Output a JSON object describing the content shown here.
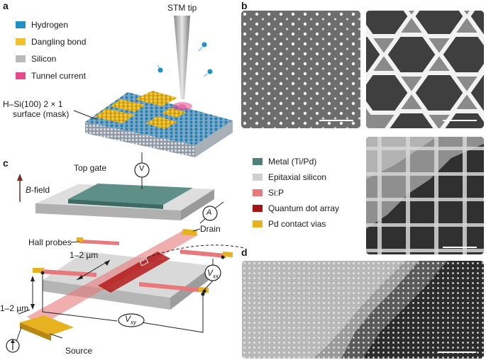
{
  "panels": {
    "a": "a",
    "b": "b",
    "c": "c",
    "d": "d"
  },
  "panel_a": {
    "stm_tip_label": "STM tip",
    "legend": [
      {
        "label": "Hydrogen",
        "color": "#1f8fc8"
      },
      {
        "label": "Dangling bond",
        "color": "#f2c12e"
      },
      {
        "label": "Silicon",
        "color": "#b9b9b9"
      },
      {
        "label": "Tunnel current",
        "color": "#e7498e"
      }
    ],
    "surface_label_line1": "H–Si(100) 2 × 1",
    "surface_label_line2": "surface (mask)"
  },
  "panel_c": {
    "top_gate_label": "Top gate",
    "b_field_label_italic": "B",
    "b_field_label_rest": "-field",
    "hall_probes_label": "Hall probes",
    "drain_label": "Drain",
    "source_label": "Source",
    "dim_1": "1–2 µm",
    "dim_2": "1–2 µm",
    "v_symbol": "V",
    "a_symbol": "A",
    "vxx_main": "V",
    "vxx_sub": "xx",
    "vxy_main": "V",
    "vxy_sub": "xy"
  },
  "legend_c": [
    {
      "label": "Metal (Ti/Pd)",
      "color": "#4e7f79"
    },
    {
      "label": "Epitaxial silicon",
      "color": "#cfcfcf"
    },
    {
      "label": "Si:P",
      "color": "#e8787a"
    },
    {
      "label": "Quantum dot array",
      "color": "#a31414"
    },
    {
      "label": "Pd contact vias",
      "color": "#e6b21f"
    }
  ]
}
